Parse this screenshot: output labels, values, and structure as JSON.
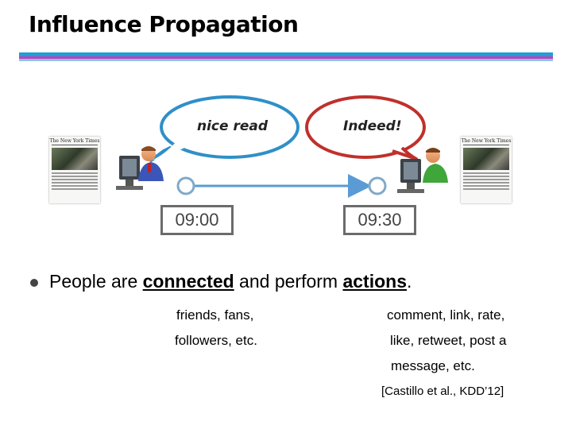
{
  "slide": {
    "title": "Influence Propagation",
    "bubbles": {
      "left": "nice read",
      "right": "Indeed!"
    },
    "times": {
      "left": "09:00",
      "right": "09:30"
    },
    "newspaper_masthead": "The New York Times",
    "bullet": {
      "prefix": "People are ",
      "connected": "connected",
      "middle": " and perform ",
      "actions": "actions",
      "suffix": "."
    },
    "connected_notes": [
      "friends, fans,",
      "followers, etc."
    ],
    "actions_notes": [
      "comment, link, rate,",
      "like, retweet, post a",
      "message, etc."
    ],
    "citation": "[Castillo et al., KDD’12]"
  },
  "colors": {
    "rule_blue": "#1e9fd6",
    "rule_magenta": "#c43fb8",
    "bubble_left_border": "#2f8fc8",
    "bubble_right_border": "#c0302c",
    "arrow": "#5a9bd5"
  }
}
